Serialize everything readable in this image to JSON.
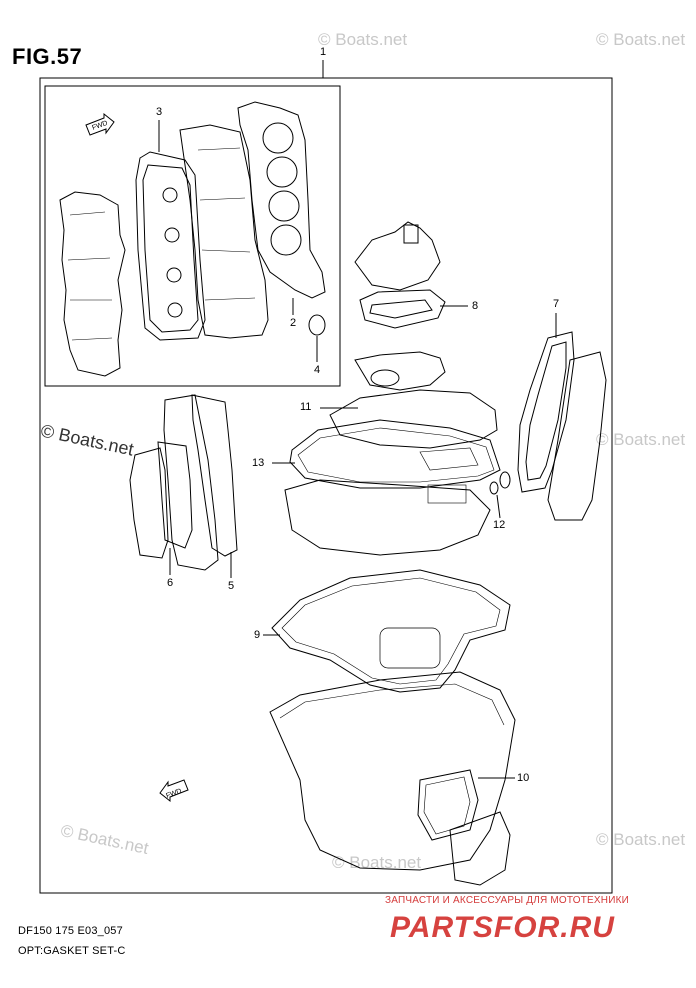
{
  "figure": {
    "title": "FIG.57"
  },
  "watermarks": {
    "top_center": "© Boats.net",
    "top_right": "© Boats.net",
    "left_mid": "© Boats.net",
    "right_mid": "© Boats.net",
    "bottom_left": "© Boats.net",
    "bottom_center": "© Boats.net",
    "bottom_right": "© Boats.net"
  },
  "callouts": {
    "c1": "1",
    "c2": "2",
    "c3": "3",
    "c4": "4",
    "c5": "5",
    "c6": "6",
    "c7": "7",
    "c8": "8",
    "c9": "9",
    "c10": "10",
    "c11": "11",
    "c12": "12",
    "c13": "13"
  },
  "fwd_labels": {
    "top": "FWD",
    "bottom": "FWD"
  },
  "footer": {
    "code": "DF150 175 E03_057",
    "name": "OPT:GASKET SET-C"
  },
  "promo": {
    "text": "ЗАПЧАСТИ И АКСЕССУАРЫ ДЛЯ МОТОТЕХНИКИ",
    "logo": "PARTSFOR.RU"
  }
}
